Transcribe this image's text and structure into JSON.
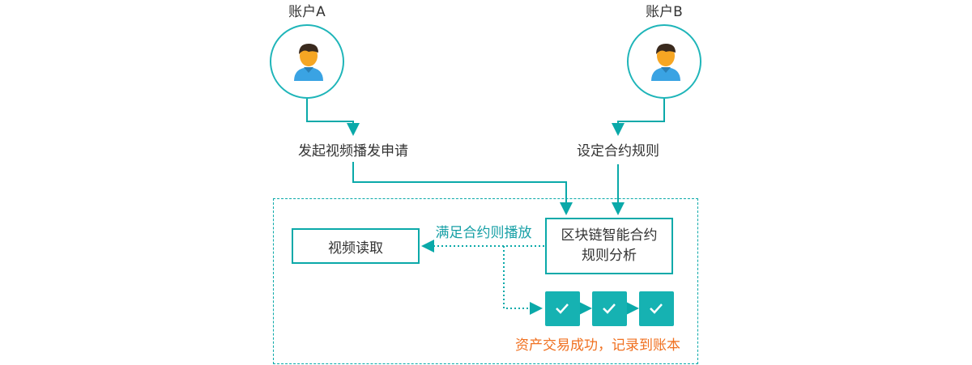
{
  "accounts": {
    "a": {
      "label": "账户A",
      "icon": "user-avatar-icon"
    },
    "b": {
      "label": "账户B",
      "icon": "user-avatar-icon"
    }
  },
  "steps": {
    "apply": "发起视频播发申请",
    "rules": "设定合约规则"
  },
  "blockchain_box": {
    "line1": "区块链智能合约",
    "line2": "规则分析"
  },
  "video_box": "视频读取",
  "satisfy_label": "满足合约则播放",
  "ledger_label": "资产交易成功，记录到账本",
  "colors": {
    "teal": "#0aa9a9",
    "check_fill": "#16b2b2",
    "orange": "#f07020",
    "avatar_bg": "#3aa3e3",
    "skin": "#f6a623"
  }
}
